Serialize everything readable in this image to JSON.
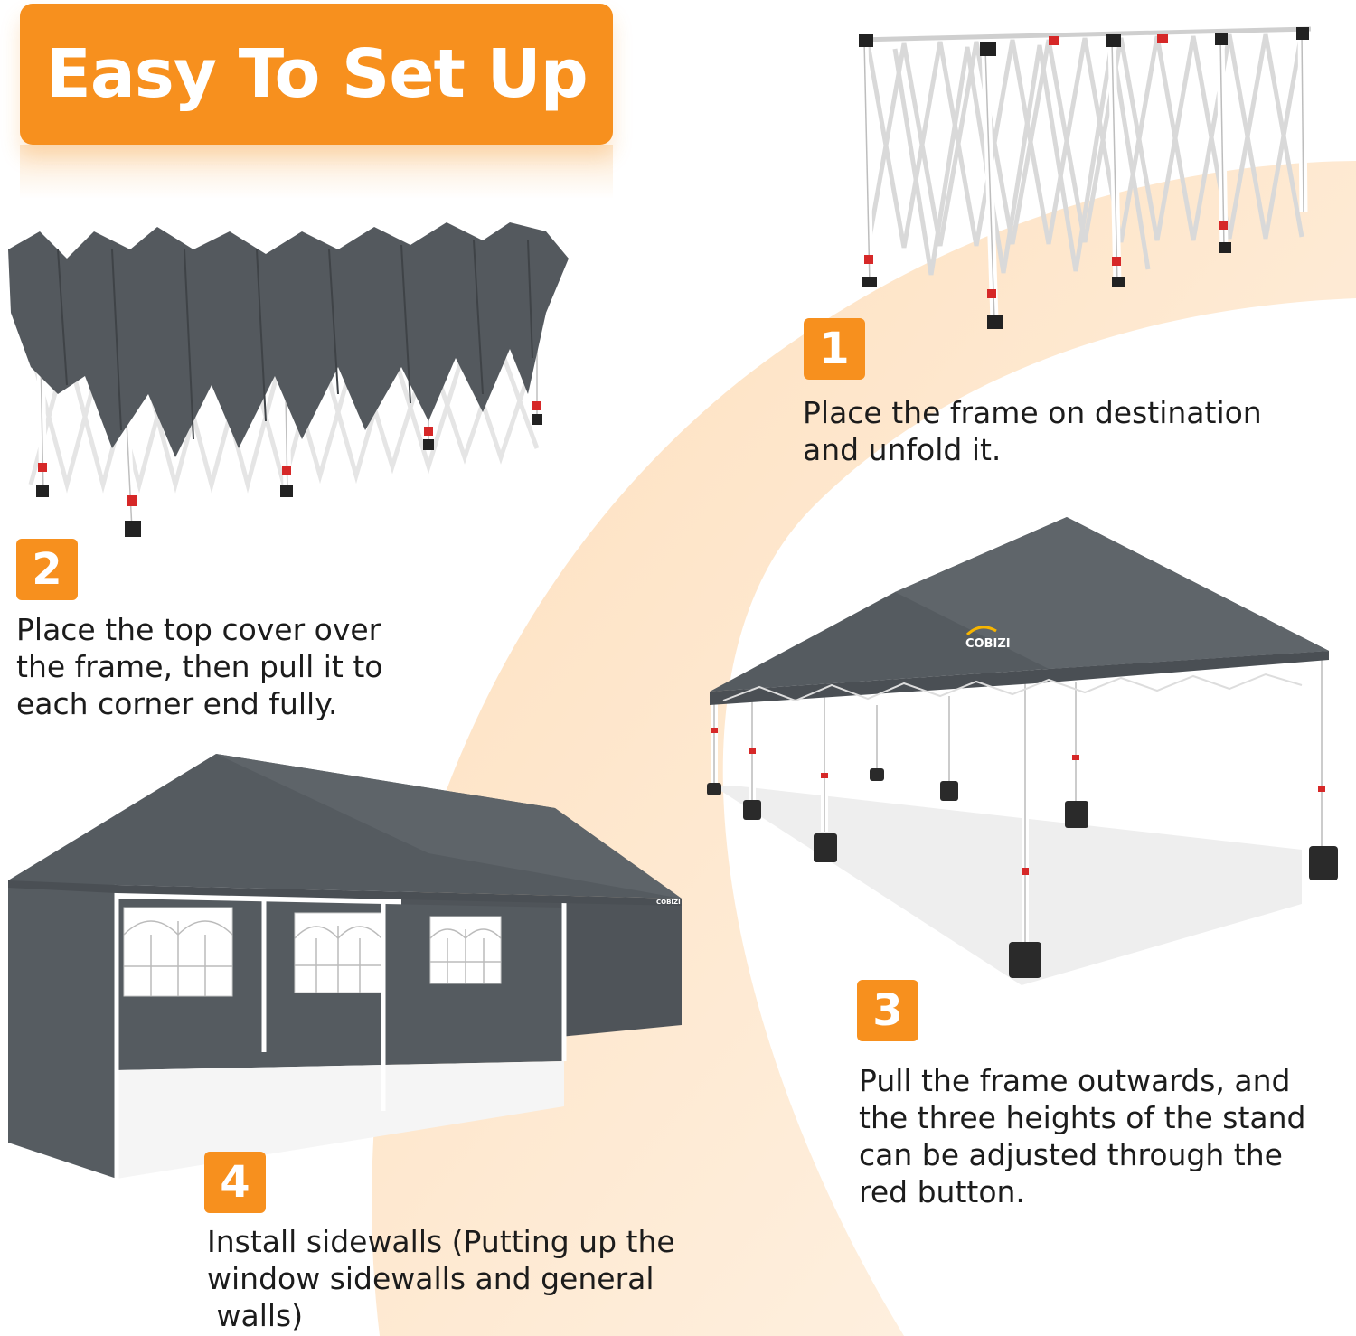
{
  "title": "Easy To Set Up",
  "colors": {
    "accent": "#f7901e",
    "canopy": "#545a5f",
    "frame": "#ffffff",
    "button": "#d62828",
    "arc": "#fde7cf"
  },
  "steps": [
    {
      "number": "1",
      "lines": [
        "Place the frame on destination",
        "and unfold it."
      ]
    },
    {
      "number": "2",
      "lines": [
        "Place the top cover over",
        "the frame, then pull it to",
        "each corner end fully."
      ]
    },
    {
      "number": "3",
      "lines": [
        "Pull the frame outwards, and",
        "the three heights of the stand",
        "can be adjusted through the",
        "red button."
      ]
    },
    {
      "number": "4",
      "lines": [
        "Install sidewalls (Putting up the",
        "window sidewalls and general",
        " walls)"
      ]
    }
  ],
  "brand": {
    "logo_text": "COBIZI"
  }
}
